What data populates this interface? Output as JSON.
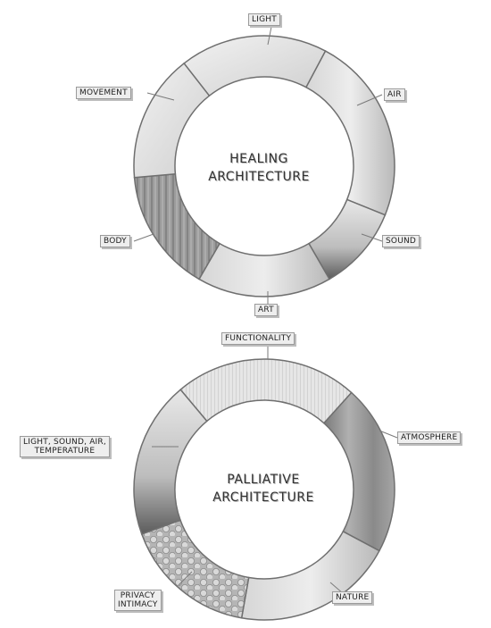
{
  "healing": {
    "center": [
      "HEALING",
      "ARCHITECTURE"
    ],
    "labels": {
      "light": "LIGHT",
      "air": "AIR",
      "sound": "SOUND",
      "art": "ART",
      "body": "BODY",
      "movement": "MOVEMENT"
    }
  },
  "palliative": {
    "center": [
      "PALLIATIVE",
      "ARCHITECTURE"
    ],
    "labels": {
      "functionality": "FUNCTIONALITY",
      "atmosphere": "ATMOSPHERE",
      "nature": "NATURE",
      "privacy": [
        "PRIVACY",
        "INTIMACY"
      ],
      "environment": [
        "LIGHT, SOUND, AIR,",
        "TEMPERATURE"
      ]
    }
  },
  "colors": {
    "segment_light": "#e4e4e4",
    "segment_mid": "#c8c8c8",
    "segment_dark": "#8e8e8e",
    "outline": "#6f6f6f",
    "label_bg": "#eeeeee"
  }
}
